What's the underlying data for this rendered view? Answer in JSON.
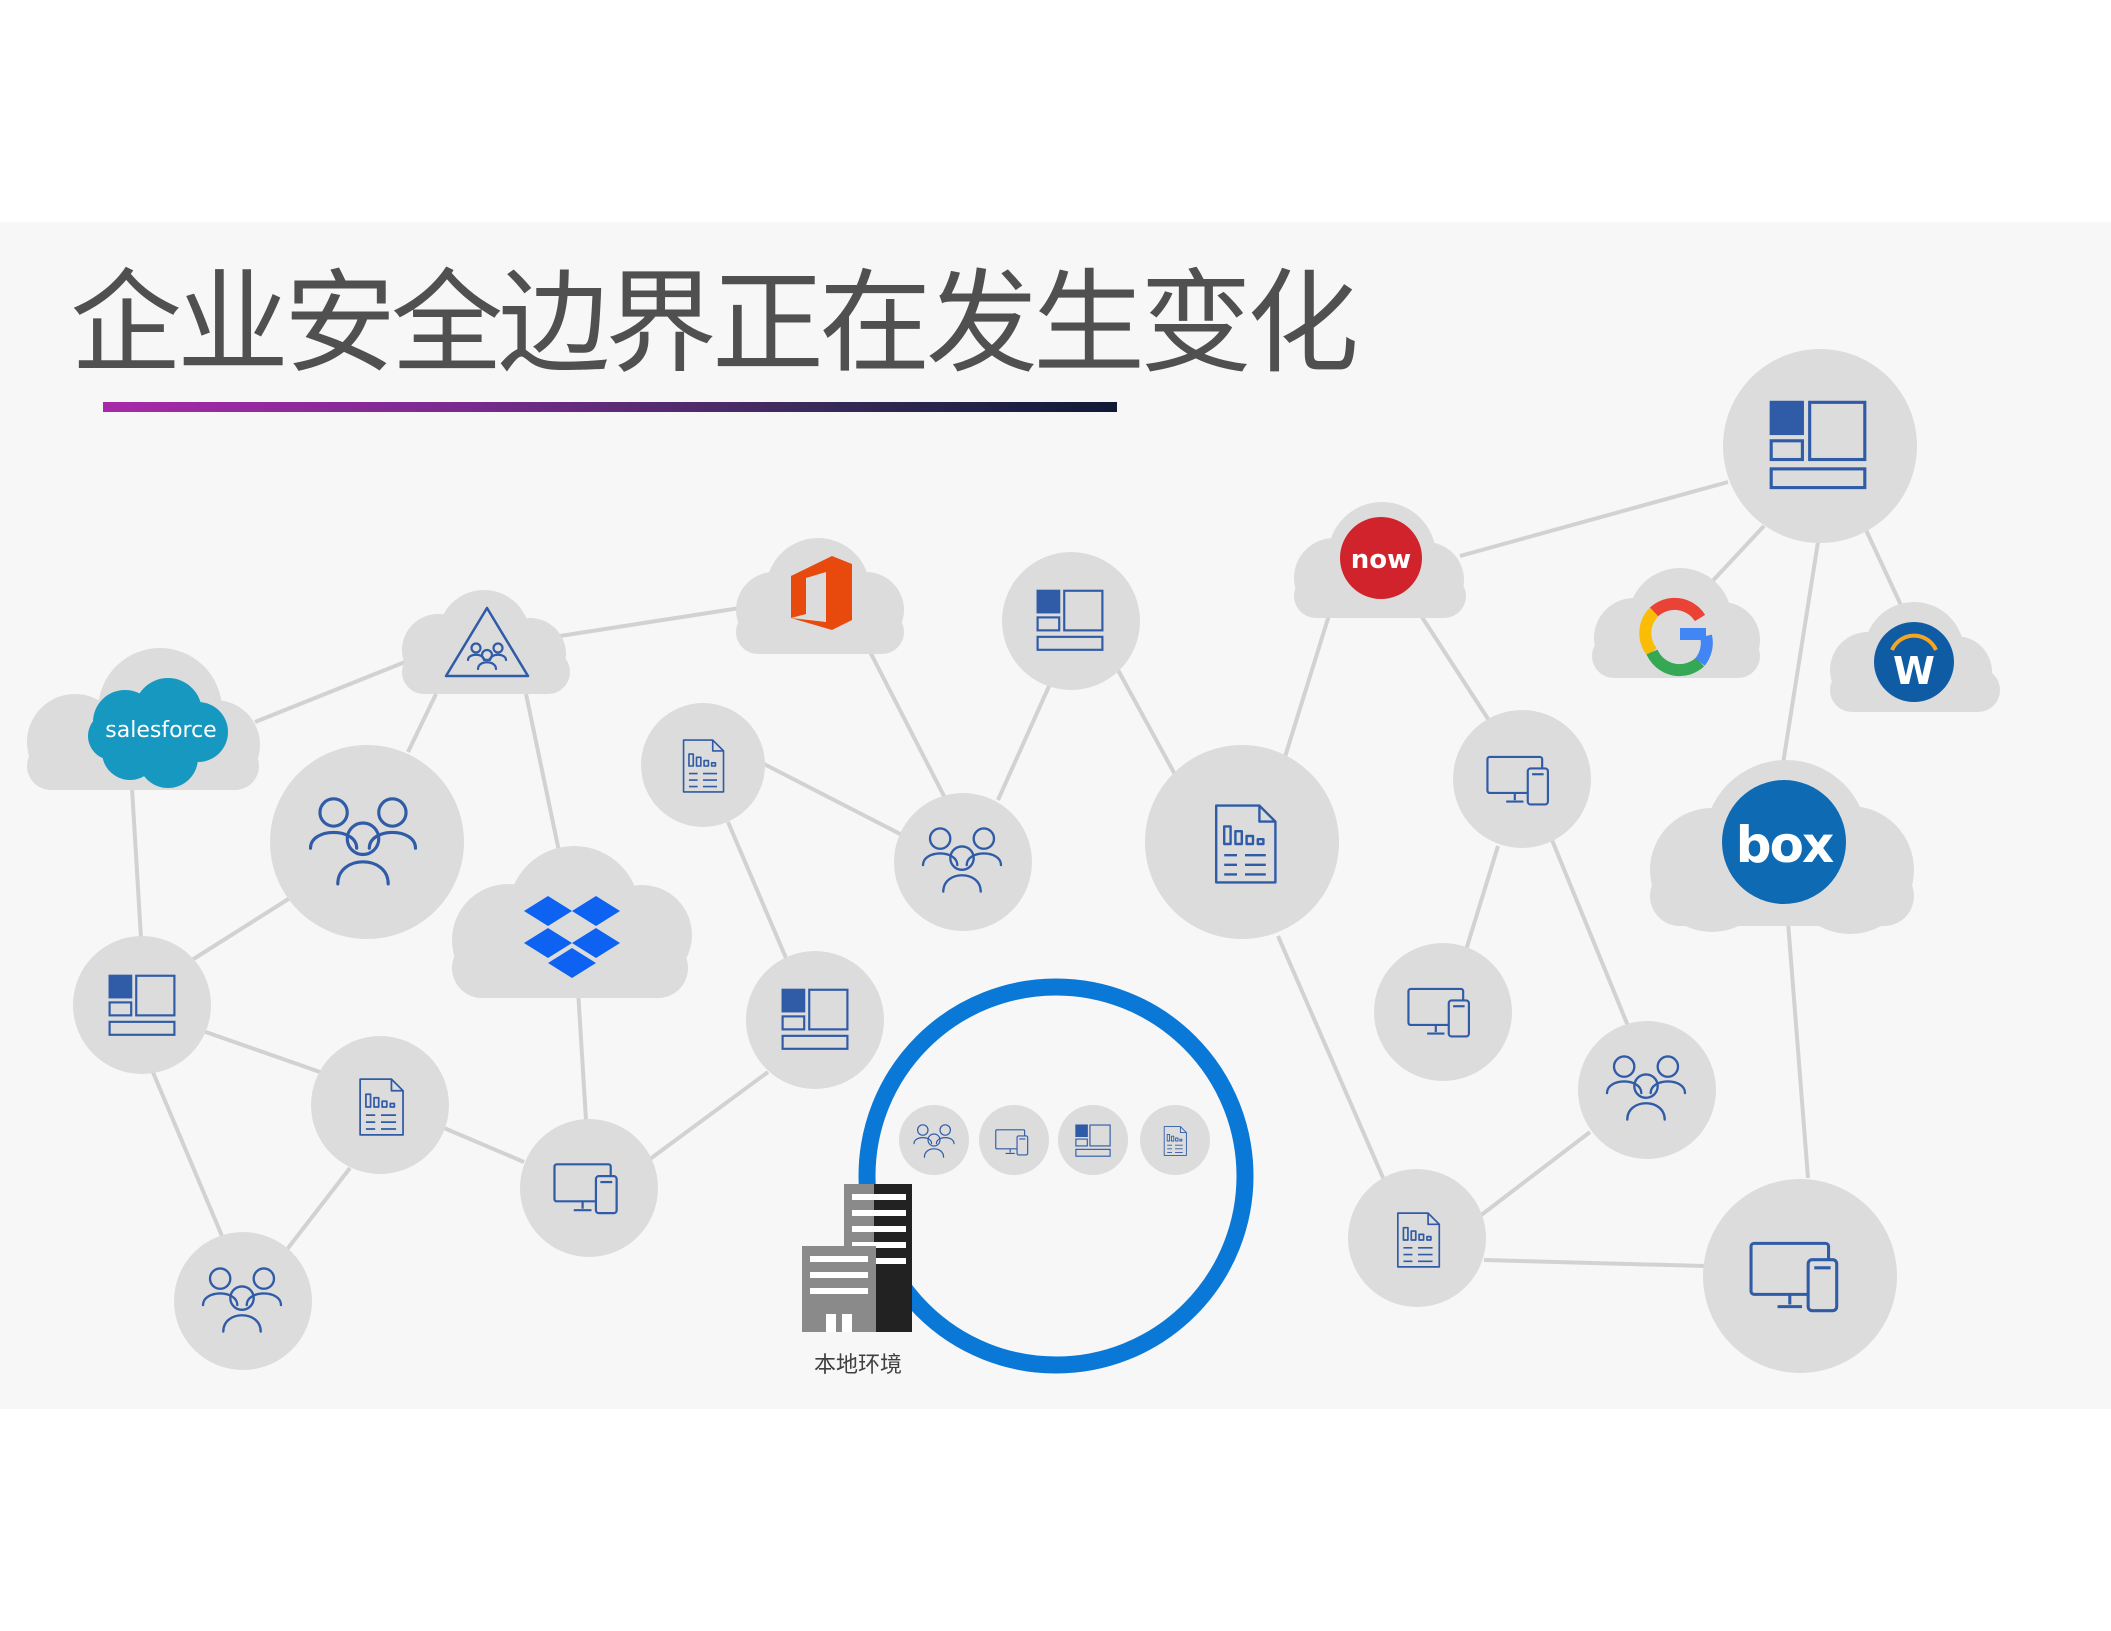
{
  "slide": {
    "title": "企业安全边界正在发生变化",
    "on_prem_label": "本地环境"
  },
  "logos": {
    "salesforce": "salesforce",
    "servicenow": "now",
    "box": "box",
    "workday": "W",
    "google": "G"
  },
  "colors": {
    "title_gradient": [
      "#a72aa8",
      "#0f1a36"
    ],
    "ring": "#0a78d7",
    "icon_stroke": "#2f5ba7",
    "node_fill": "#dcdcdc",
    "edge": "#d2d2d2",
    "salesforce": "#1798c1",
    "servicenow": "#d0232c",
    "office": "#e84a0e",
    "dropbox": "#0d62f2",
    "box": "#0f6ab4",
    "workday": "#0f5ca4"
  }
}
